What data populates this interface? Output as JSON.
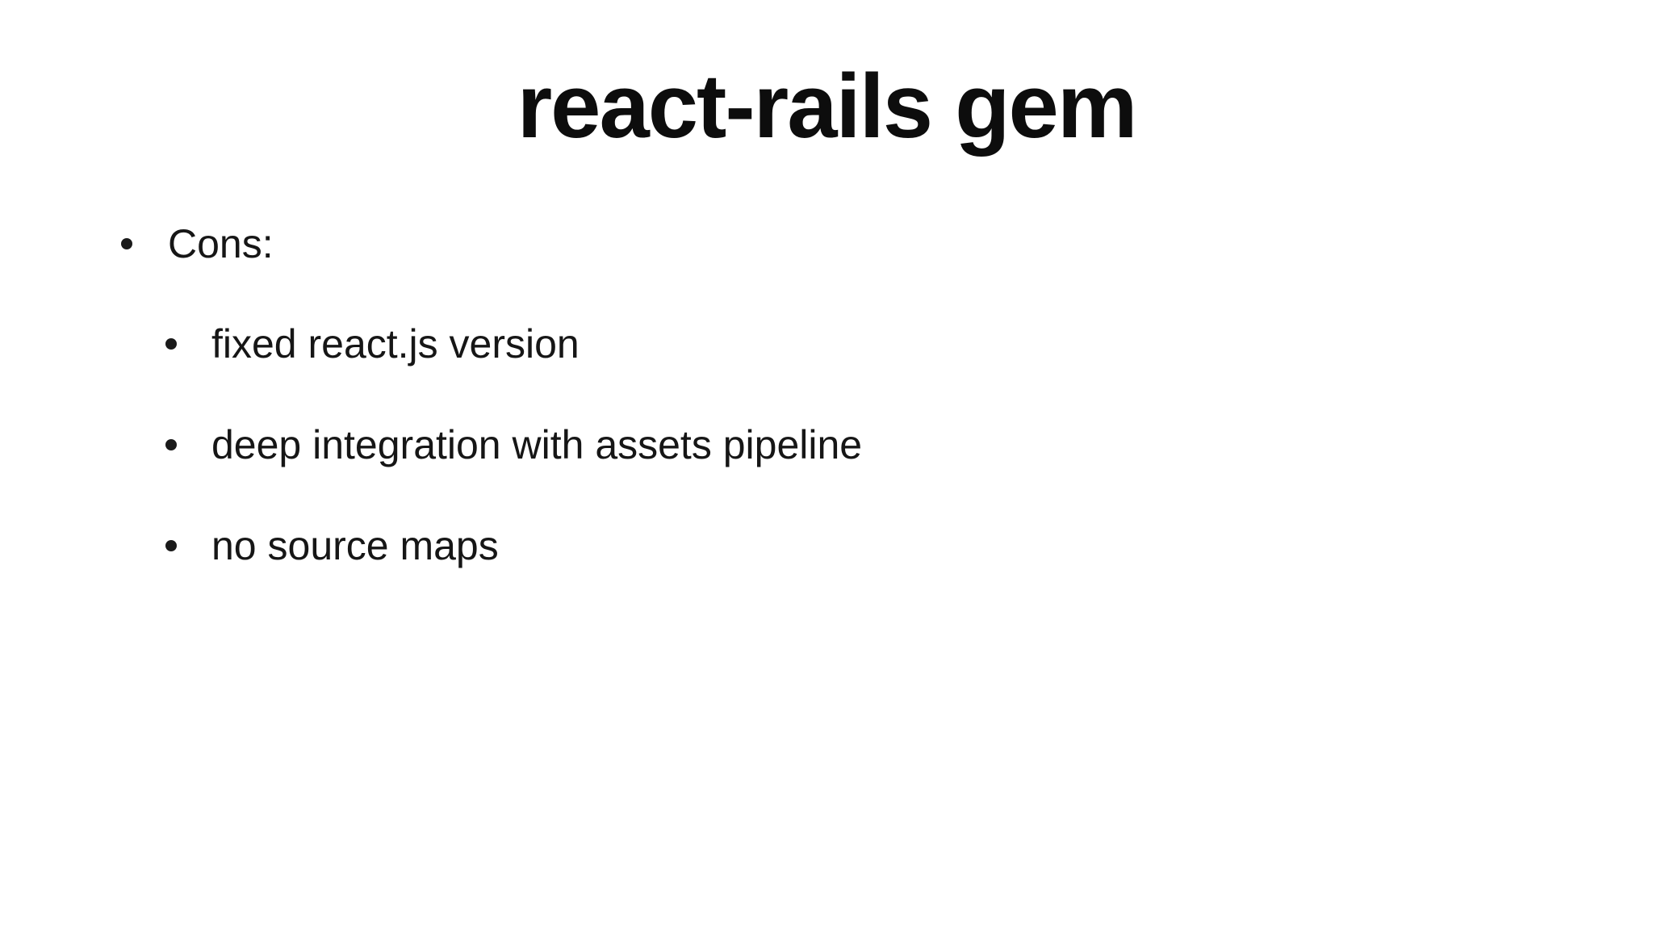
{
  "slide": {
    "title": "react-rails gem",
    "bullets": [
      {
        "text": "Cons:",
        "children": [
          {
            "text": "fixed react.js version"
          },
          {
            "text": "deep integration with assets pipeline"
          },
          {
            "text": "no source maps"
          }
        ]
      }
    ]
  },
  "colors": {
    "background": "#ffffff",
    "text": "#111111"
  }
}
